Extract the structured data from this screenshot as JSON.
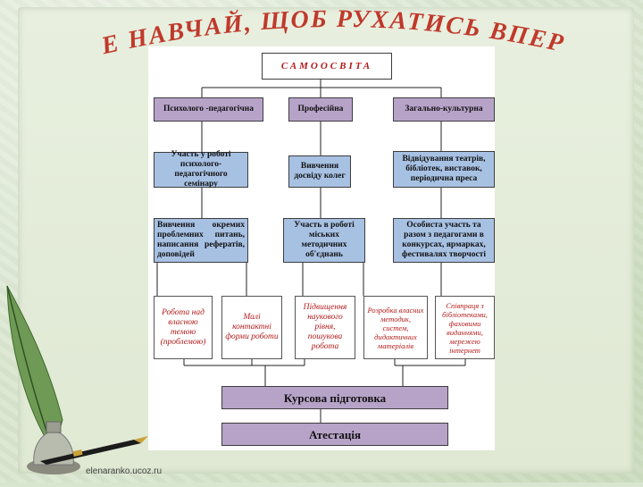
{
  "header": {
    "title": "*СЕБЕ НАВЧАЙ, ЩОБ РУХАТИСЬ ВПЕРЕД!*"
  },
  "diagram": {
    "root": "САМООСВІТА",
    "branches": [
      "Психолого -педагогічна",
      "Професійна",
      "Загально-культурна"
    ],
    "row1": [
      "Участь у роботі психолого-педагогічного семінару",
      "Вивчення досвіду колег",
      "Відвідування театрів, бібліотек, виставок, періодична преса"
    ],
    "row2": [
      "Вивчення окремих проблемних питань, написання рефератів, доповідей",
      "Участь в роботі міських методичних об'єднань",
      "Особиста участь та разом з педагогами в конкурсах, ярмарках, фестивалях творчості"
    ],
    "row3": [
      "Робота над власною темою (проблемою)",
      "Малі контактні форми роботи",
      "Підвищення наукового рівня, пошукова робота",
      "Розробка власних методик, систем, дидактичних матеріалів",
      "Співпраця з бібліотеками, фаховими виданнями, мережею інтернет"
    ],
    "course": "Курсова підготовка",
    "attestation": "Атестація"
  },
  "footer": {
    "site": "elenaranko.ucoz.ru"
  },
  "colors": {
    "title": "#c0392b",
    "purple_box": "#b7a3c8",
    "blue_box": "#a7c1e3",
    "red_text": "#b31a1a"
  },
  "icons": [
    "quill-icon",
    "inkwell-icon",
    "fountain-pen-icon"
  ]
}
